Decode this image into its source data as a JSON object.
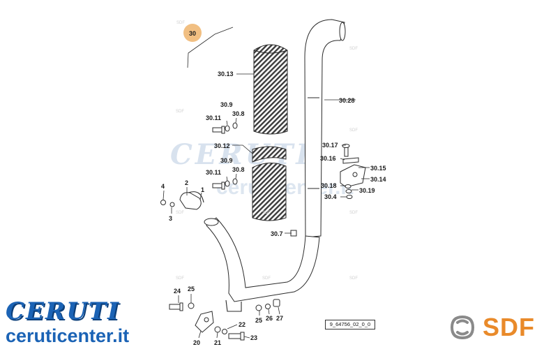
{
  "diagram": {
    "callouts": {
      "c30": "30",
      "c30_13": "30.13",
      "c30_9a": "30.9",
      "c30_8a": "30.8",
      "c30_11a": "30.11",
      "c30_12": "30.12",
      "c30_9b": "30.9",
      "c30_8b": "30.8",
      "c30_11b": "30.11",
      "c30_28": "30.28",
      "c30_17": "30.17",
      "c30_16": "30.16",
      "c30_15": "30.15",
      "c30_14": "30.14",
      "c30_18": "30.18",
      "c30_19": "30.19",
      "c30_4": "30.4",
      "c30_7": "30.7",
      "c4": "4",
      "c2": "2",
      "c1": "1",
      "c3": "3",
      "c24": "24",
      "c25a": "25",
      "c25b": "25",
      "c26": "26",
      "c27": "27",
      "c22": "22",
      "c21": "21",
      "c20": "20",
      "c23": "23"
    },
    "drawing_code": "9_64756_02_0_0",
    "watermark_mini": "SDF",
    "highlight_color": "#f1bf82"
  },
  "watermark": {
    "brand": "CERUTI",
    "site": "ceruticenter.it"
  },
  "branding": {
    "ceruti_logo": "CERUTI",
    "ceruti_site": "ceruticenter.it",
    "ceruti_color": "#1b63b5",
    "sdf_text": "SDF",
    "sdf_color": "#e98a2a",
    "sdf_icon": "sdf-swirl-icon"
  }
}
